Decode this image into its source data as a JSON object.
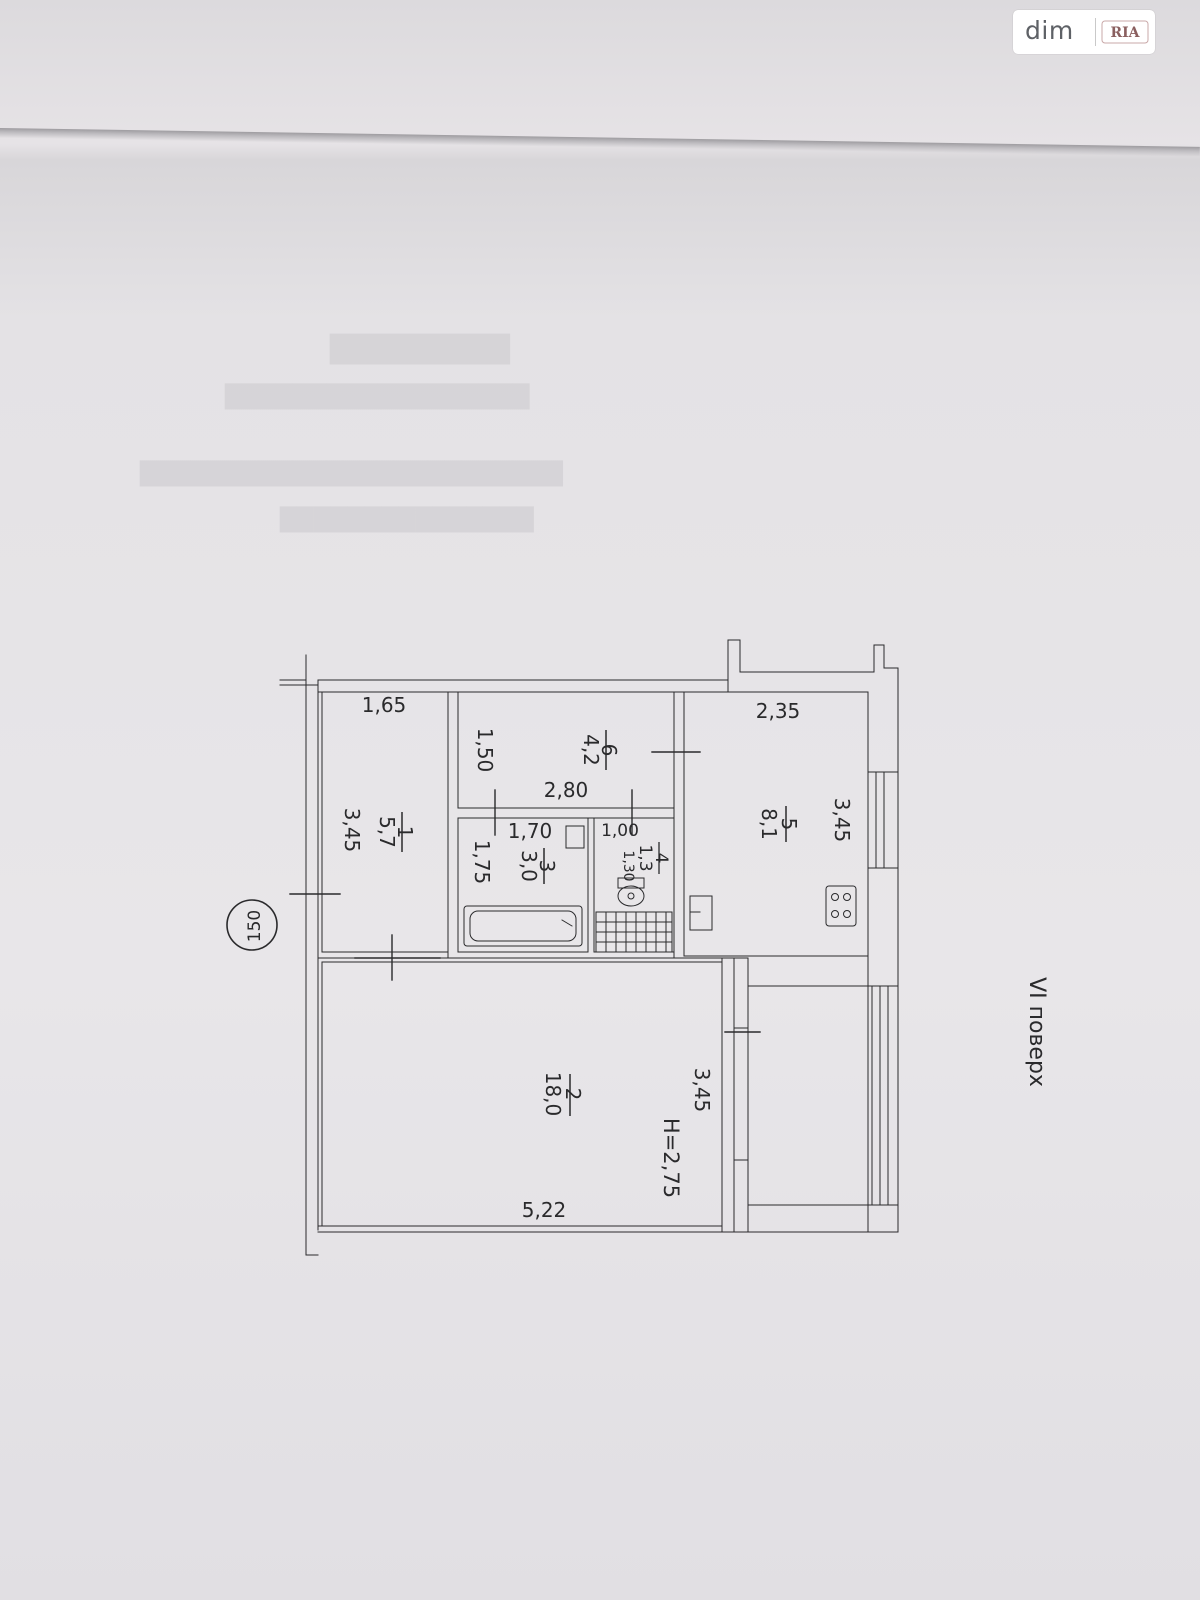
{
  "watermark": {
    "site": "dim",
    "brand": "RIA"
  },
  "floor_label": "VI поверх",
  "apartment_number": "150",
  "ceiling_height": "H=2,75",
  "rooms": [
    {
      "number": "1",
      "area": "5,7"
    },
    {
      "number": "2",
      "area": "18,0"
    },
    {
      "number": "3",
      "area": "3,0"
    },
    {
      "number": "4",
      "area": "1,3"
    },
    {
      "number": "5",
      "area": "8,1"
    },
    {
      "number": "6",
      "area": "4,2"
    }
  ],
  "dimensions": {
    "room1_width": "1,65",
    "room1_length": "3,45",
    "room6_width": "1,50",
    "corridor_length": "2,80",
    "room3_length": "1,70",
    "room3_width": "1,75",
    "room4_length": "1,00",
    "room4_width": "1,30",
    "room5_width": "2,35",
    "room5_length": "3,45",
    "room2_length": "3,45",
    "room2_width": "5,22"
  },
  "colors": {
    "ink": "#2a2a2c",
    "paper": "#e4e2e5",
    "wall_fill": "#cfcdd1"
  }
}
